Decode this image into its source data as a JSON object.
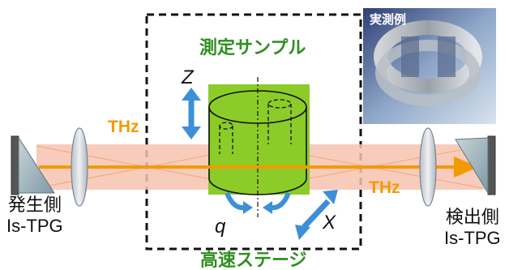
{
  "title_sample": "測定サンプル",
  "title_stage": "高速ステージ",
  "thz_left": "THz",
  "thz_right": "THz",
  "generator": {
    "line1": "発生側",
    "line2": "Is-TPG"
  },
  "detector": {
    "line1": "検出側",
    "line2": "Is-TPG"
  },
  "example_label": "実測例",
  "axes": {
    "z": "Z",
    "x": "X",
    "q": "q"
  },
  "colors": {
    "beam": "#f7c3b0",
    "arrow": "#f39a00",
    "sample": "#8ccc28",
    "blue_arrow": "#3d8fd8",
    "green_text": "#2f8f1f"
  },
  "icons": [
    "thz-emitter-icon",
    "thz-detector-icon",
    "lens-icon",
    "cylinder-sample-icon",
    "rotation-arrow-icon",
    "double-arrow-icon",
    "ct-image-icon"
  ]
}
